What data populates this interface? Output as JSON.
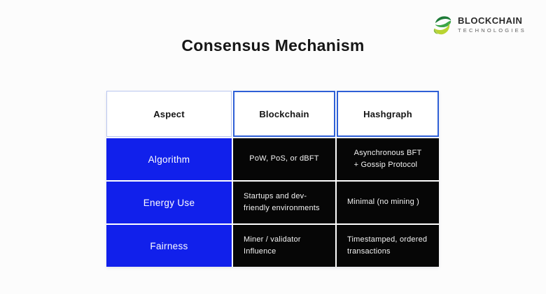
{
  "title": "Consensus Mechanism",
  "logo": {
    "name": "BLOCKCHAIN",
    "tagline": "TECHNOLOGIES",
    "icon": "green-swirl-icon"
  },
  "table": {
    "columns": [
      "Aspect",
      "Blockchain",
      "Hashgraph"
    ],
    "rows": [
      {
        "aspect": "Algorithm",
        "blockchain": "PoW, PoS, or dBFT",
        "hashgraph": "Asynchronous BFT\n+ Gossip Protocol"
      },
      {
        "aspect": "Energy Use",
        "blockchain": "Startups and dev-\nfriendly environments",
        "hashgraph": "Minimal (no mining )"
      },
      {
        "aspect": "Fairness",
        "blockchain": "Miner / validator\nInfluence",
        "hashgraph": "Timestamped, ordered\ntransactions"
      }
    ]
  },
  "colors": {
    "accent_blue": "#1120EB",
    "cell_black": "#060606",
    "header_border_strong": "#2E5FD6",
    "header_border_light": "#B9C6F0",
    "logo_green_dark": "#1E7B38",
    "logo_green": "#3CA648",
    "logo_green_yellow": "#B9D432",
    "background": "#FCFCFC"
  },
  "chart_data": {
    "type": "table",
    "title": "Consensus Mechanism",
    "columns": [
      "Aspect",
      "Blockchain",
      "Hashgraph"
    ],
    "rows": [
      [
        "Algorithm",
        "PoW, PoS, or dBFT",
        "Asynchronous BFT + Gossip Protocol"
      ],
      [
        "Energy Use",
        "Startups and dev-friendly environments",
        "Minimal (no mining )"
      ],
      [
        "Fairness",
        "Miner / validator Influence",
        "Timestamped, ordered transactions"
      ]
    ]
  }
}
